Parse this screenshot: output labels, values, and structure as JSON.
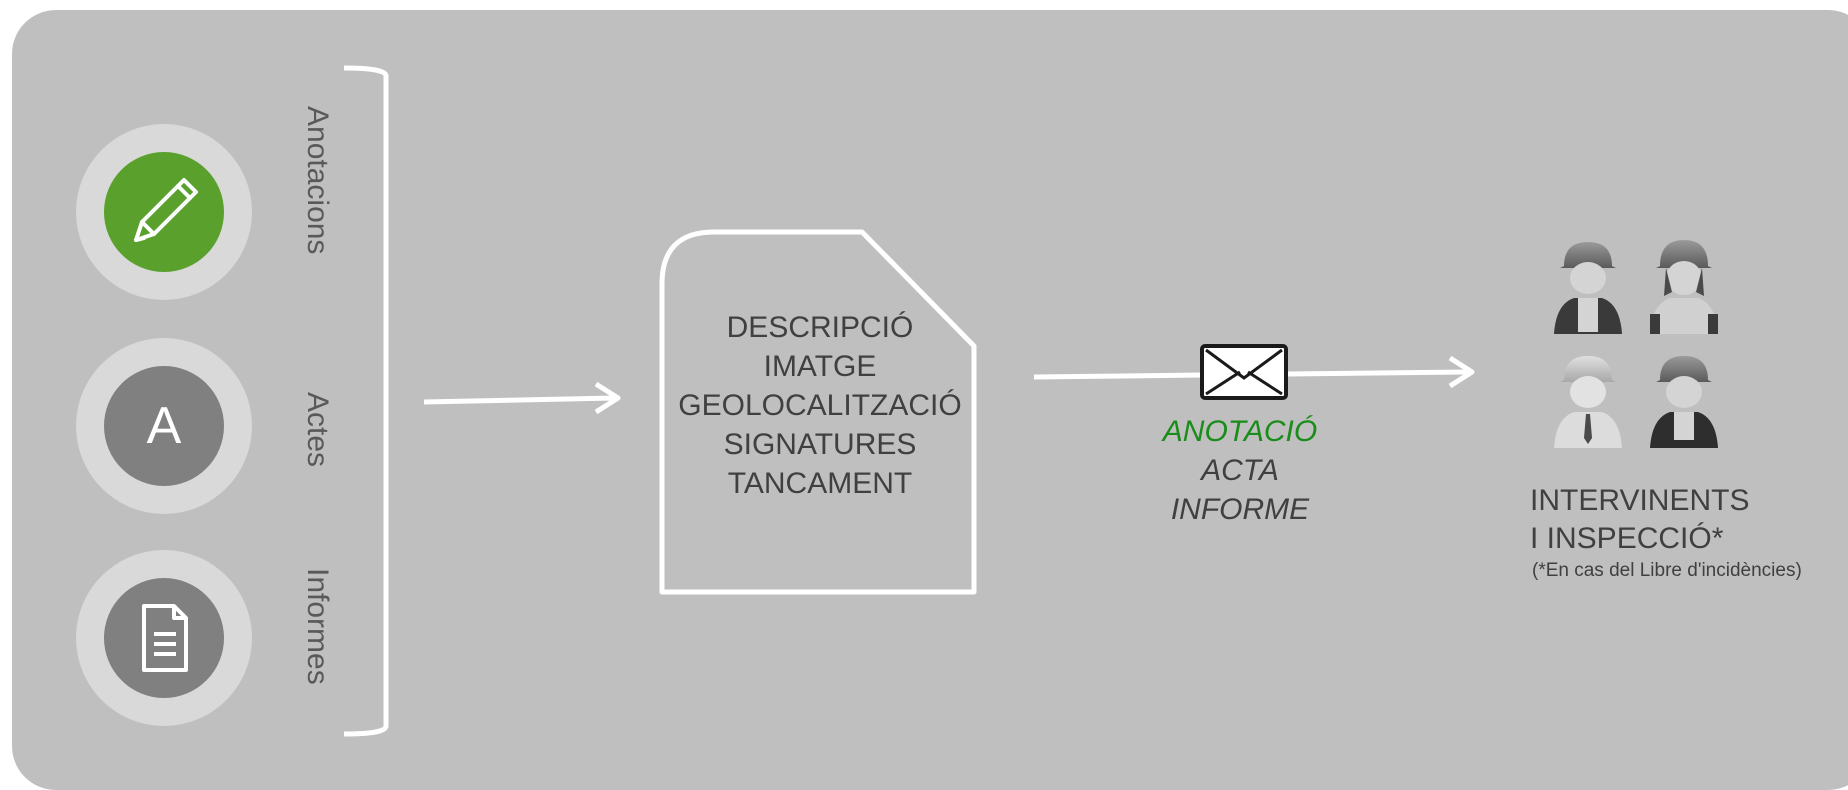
{
  "categories": [
    {
      "label": "Anotacions",
      "icon": "pencil-icon",
      "color": "#5aa02c"
    },
    {
      "label": "Actes",
      "icon": "letter-a-icon",
      "letter": "A",
      "color": "#808080"
    },
    {
      "label": "Informes",
      "icon": "document-icon",
      "color": "#808080"
    }
  ],
  "document_fields": [
    "DESCRIPCIÓ",
    "IMATGE",
    "GEOLOCALITZACIÓ",
    "SIGNATURES",
    "TANCAMENT"
  ],
  "message": {
    "icon": "envelope-icon",
    "types": [
      "ANOTACIÓ",
      "ACTA",
      "INFORME"
    ],
    "highlight_color": "#1a8c1a"
  },
  "recipients": {
    "icon": "workers-group-icon",
    "line1": "INTERVINENTS",
    "line2": "I INSPECCIÓ*",
    "note": "(*En cas del Libre d'incidències)"
  },
  "colors": {
    "background": "#bfbfbf",
    "ring": "#d9d9d9",
    "lines": "#ffffff",
    "text": "#404040"
  }
}
